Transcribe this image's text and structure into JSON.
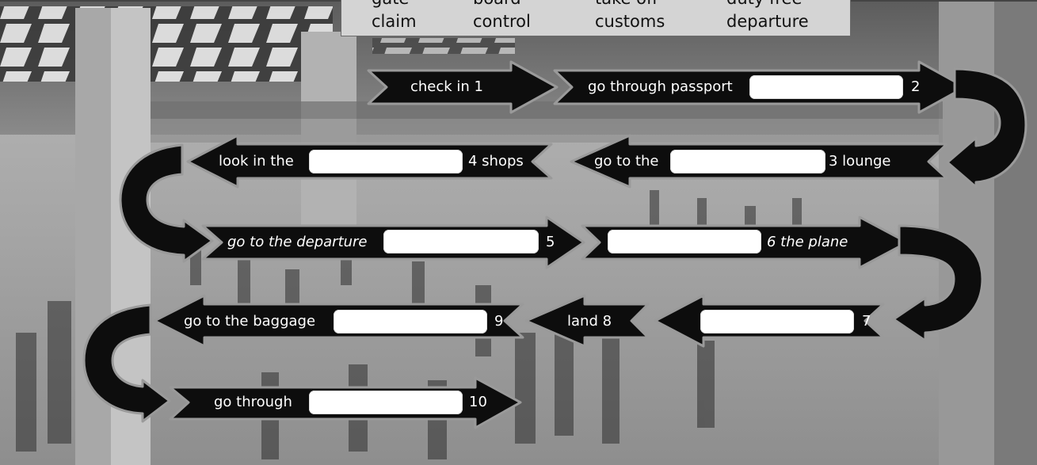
{
  "word_bank": {
    "col1": [
      "gate",
      "claim"
    ],
    "col2": [
      "board",
      "control"
    ],
    "col3": [
      "take off",
      "customs"
    ],
    "col4": [
      "duty free",
      "departure"
    ]
  },
  "steps": {
    "s1": "check in  1",
    "s2_pre": "go through passport",
    "s2_num": "2",
    "s3_pre": "go to the",
    "s3_post": "3  lounge",
    "s4_pre": "look in the",
    "s4_post": "4  shops",
    "s5_pre": "go to the departure",
    "s5_num": "5",
    "s6_post": "6  the plane",
    "s7_num": "7",
    "s8": "land  8",
    "s9_pre": "go to the baggage",
    "s9_num": "9",
    "s10_pre": "go through",
    "s10_num": "10"
  }
}
